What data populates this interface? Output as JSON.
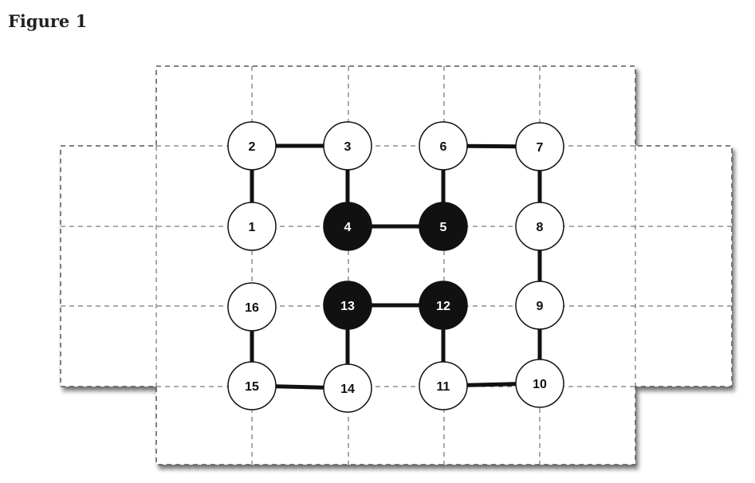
{
  "figure": {
    "title": "Figure 1"
  },
  "colors": {
    "filled_node": "#111111",
    "open_node": "#ffffff",
    "edge": "#111111"
  },
  "nodes": [
    {
      "id": "1",
      "label": "1",
      "filled": false
    },
    {
      "id": "2",
      "label": "2",
      "filled": false
    },
    {
      "id": "3",
      "label": "3",
      "filled": false
    },
    {
      "id": "4",
      "label": "4",
      "filled": true
    },
    {
      "id": "5",
      "label": "5",
      "filled": true
    },
    {
      "id": "6",
      "label": "6",
      "filled": false
    },
    {
      "id": "7",
      "label": "7",
      "filled": false
    },
    {
      "id": "8",
      "label": "8",
      "filled": false
    },
    {
      "id": "9",
      "label": "9",
      "filled": false
    },
    {
      "id": "10",
      "label": "10",
      "filled": false
    },
    {
      "id": "11",
      "label": "11",
      "filled": false
    },
    {
      "id": "12",
      "label": "12",
      "filled": true
    },
    {
      "id": "13",
      "label": "13",
      "filled": true
    },
    {
      "id": "14",
      "label": "14",
      "filled": false
    },
    {
      "id": "15",
      "label": "15",
      "filled": false
    },
    {
      "id": "16",
      "label": "16",
      "filled": false
    }
  ],
  "edges": [
    [
      "2",
      "3"
    ],
    [
      "2",
      "1"
    ],
    [
      "3",
      "4"
    ],
    [
      "4",
      "5"
    ],
    [
      "5",
      "6"
    ],
    [
      "6",
      "7"
    ],
    [
      "7",
      "8"
    ],
    [
      "8",
      "9"
    ],
    [
      "9",
      "10"
    ],
    [
      "10",
      "11"
    ],
    [
      "11",
      "12"
    ],
    [
      "12",
      "13"
    ],
    [
      "13",
      "14"
    ],
    [
      "14",
      "15"
    ],
    [
      "15",
      "16"
    ]
  ]
}
